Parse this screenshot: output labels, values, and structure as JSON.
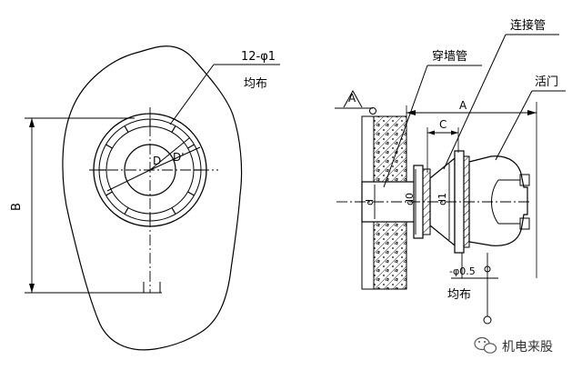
{
  "left_view": {
    "hole_spec": "12-φ1",
    "uniform_label": "均布",
    "dim_b": "B",
    "dim_d": "D",
    "dim_d_prime": "D'"
  },
  "right_view": {
    "connecting_pipe": "连接管",
    "wall_pipe": "穿墙管",
    "valve": "活门",
    "marker_a_small": "A",
    "dim_a": "A",
    "dim_c": "C",
    "dim_d1": "d",
    "dim_d2": "d0",
    "dim_d3": "d1",
    "hole_spec": "-φ0.5",
    "uniform_label": "均布"
  },
  "watermark": {
    "text": "机电来股",
    "icon": "wechat-icon"
  }
}
